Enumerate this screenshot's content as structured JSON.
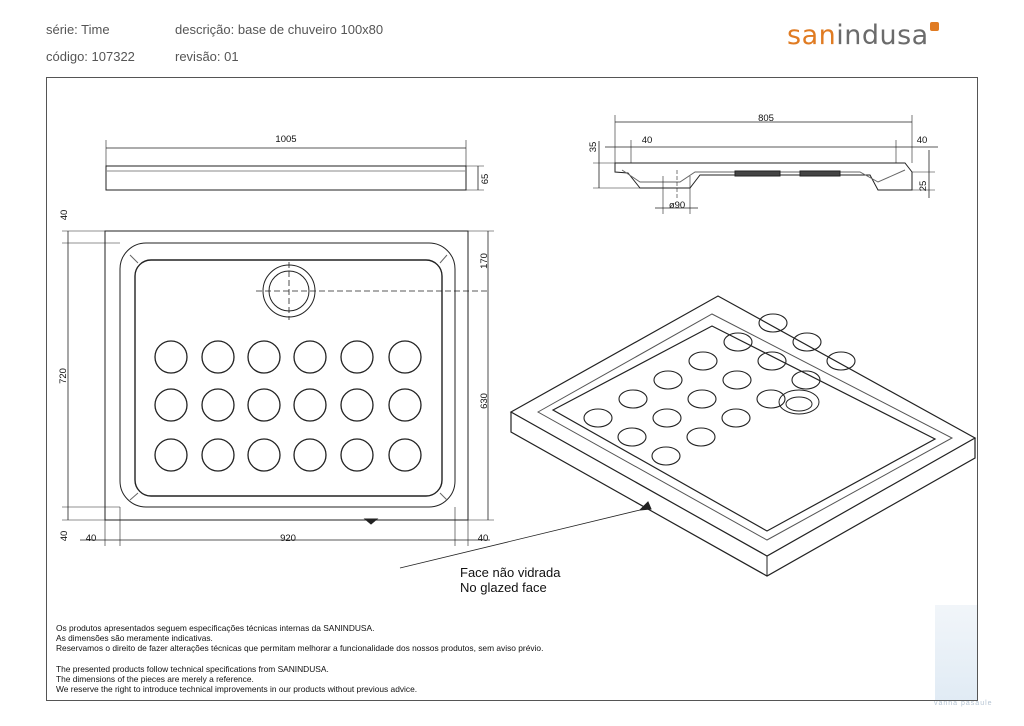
{
  "header": {
    "serie": "série: Time",
    "descricao": "descrição: base de chuveiro 100x80",
    "codigo": "código: 107322",
    "revisao": "revisão: 01"
  },
  "logo": {
    "part1": "san",
    "part2": "indusa"
  },
  "colors": {
    "brand_orange": "#e07b22",
    "logo_grey": "#6b6b6b",
    "line": "#222222"
  },
  "dims": {
    "width_total": "1005",
    "height_side": "65",
    "border_top": "40",
    "height_total": "720",
    "drain_offset": "170",
    "inner_height": "630",
    "border_bottom": "40",
    "border_left": "40",
    "inner_width": "920",
    "border_right": "40",
    "section_width": "805",
    "section_left": "40",
    "section_right": "40",
    "section_depth": "35",
    "section_height": "25",
    "drain_diameter": "ø90"
  },
  "callout": {
    "pt": "Face não vidrada",
    "en": "No glazed face"
  },
  "notes": {
    "pt1": "Os produtos apresentados seguem especificações técnicas internas da SANINDUSA.",
    "pt2": "As dimensões são meramente indicativas.",
    "pt3": "Reservamos o direito de fazer alterações técnicas que permitam melhorar a funcionalidade dos nossos produtos, sem aviso prévio.",
    "en1": "The presented products follow technical specifications from SANINDUSA.",
    "en2": "The dimensions of the pieces are merely a reference.",
    "en3": "We reserve the right to introduce technical improvements in our products without previous advice."
  },
  "watermark": "vanna pasaule"
}
